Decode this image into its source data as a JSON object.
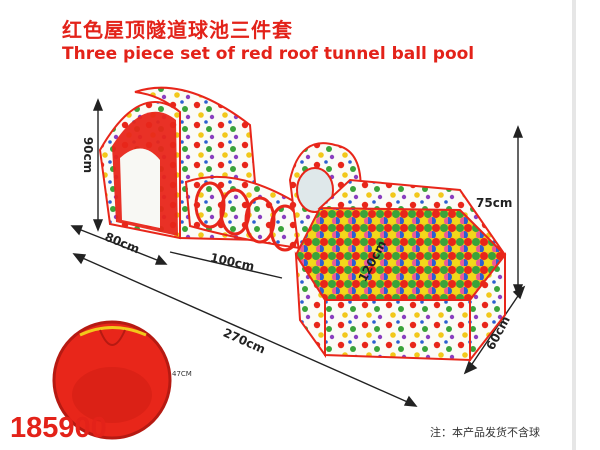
{
  "title_cn": "红色屋顶隧道球池三件套",
  "title_en": "Three piece set of red roof tunnel ball pool",
  "dimensions": {
    "tent_height": "90cm",
    "tent_width": "80cm",
    "tunnel_length": "100cm",
    "pool_diameter": "120cm",
    "pool_height": "75cm",
    "pool_depth": "60cm",
    "total_length": "270cm",
    "bag_size": "47CM"
  },
  "product_code": "185900",
  "note": "注：本产品发货不含球",
  "colors": {
    "accent_red": "#e32219",
    "tent_red": "#e8261a",
    "dot_colors": [
      "#e8261a",
      "#3aa33a",
      "#f2c81a",
      "#2c5fd0",
      "#8a3fbf",
      "#f07c1b"
    ]
  }
}
